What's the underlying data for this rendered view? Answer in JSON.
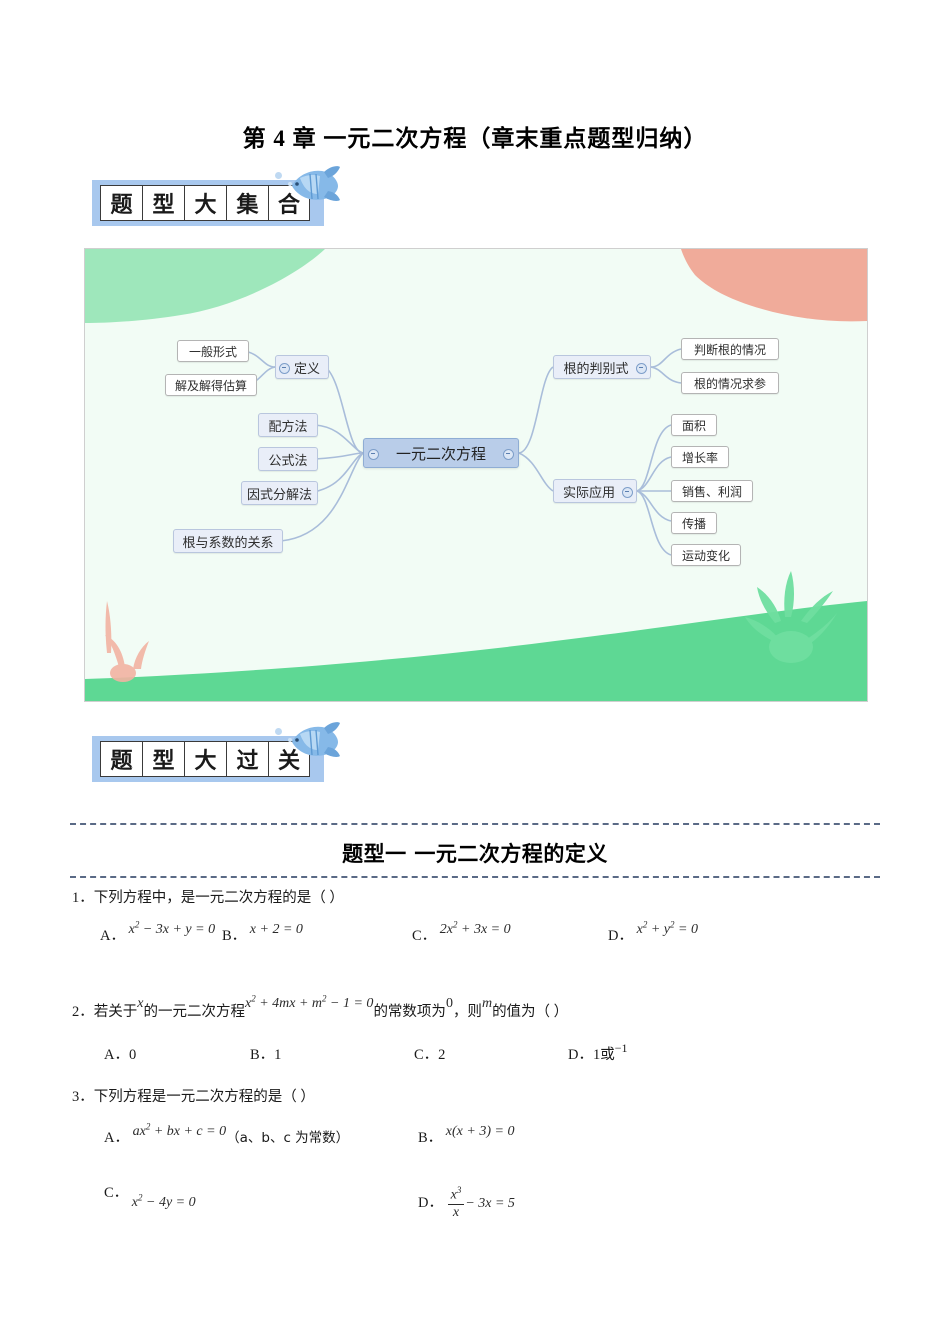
{
  "document": {
    "title": "第 4 章  一元二次方程（章末重点题型归纳）"
  },
  "badges": [
    {
      "name": "badge-top",
      "chars": [
        "题",
        "型",
        "大",
        "集",
        "合"
      ],
      "plate_color": "#a8c8ee"
    },
    {
      "name": "badge-bottom",
      "chars": [
        "题",
        "型",
        "大",
        "过",
        "关"
      ],
      "plate_color": "#a8c8ee"
    }
  ],
  "mindmap": {
    "root": "一元二次方程",
    "background": "#f2fcf5",
    "accent_green": "#5ed894",
    "accent_salmon": "#f0ab9a",
    "left_branches": [
      {
        "label": "定义",
        "children": [
          "一般形式",
          "解及解得估算"
        ]
      },
      {
        "label": "配方法",
        "children": []
      },
      {
        "label": "公式法",
        "children": []
      },
      {
        "label": "因式分解法",
        "children": []
      },
      {
        "label": "根与系数的关系",
        "children": []
      }
    ],
    "right_branches": [
      {
        "label": "根的判别式",
        "children": [
          "判断根的情况",
          "根的情况求参"
        ]
      },
      {
        "label": "实际应用",
        "children": [
          "面积",
          "增长率",
          "销售、利润",
          "传播",
          "运动变化"
        ]
      }
    ]
  },
  "section": {
    "heading": "题型一 一元二次方程的定义"
  },
  "questions": [
    {
      "number": "1．",
      "stem": "下列方程中，是一元二次方程的是（  ）",
      "options": [
        {
          "label": "A．",
          "math_html": "x<sup>2</sup> &minus; 3x + y = 0"
        },
        {
          "label": "B．",
          "math_html": "x + 2 = 0"
        },
        {
          "label": "C．",
          "math_html": "2x<sup>2</sup> + 3x = 0"
        },
        {
          "label": "D．",
          "math_html": "x<sup>2</sup> + y<sup>2</sup> = 0"
        }
      ]
    },
    {
      "number": "2．",
      "stem_part1": "若关于",
      "stem_var": "x",
      "stem_part2": "的一元二次方程",
      "stem_equation": "x<sup>2</sup> + 4mx + m<sup>2</sup> &minus; 1 = 0",
      "stem_part3": "的常数项为",
      "stem_value": "0",
      "stem_part4": "，则",
      "stem_var2": "m",
      "stem_part5": "的值为（  ）",
      "options": [
        {
          "label": "A．",
          "text": "0"
        },
        {
          "label": "B．",
          "text": "1"
        },
        {
          "label": "C．",
          "text": "2"
        },
        {
          "label": "D．",
          "text": "1或",
          "sup": "−1"
        }
      ]
    },
    {
      "number": "3．",
      "stem": "下列方程是一元二次方程的是（  ）",
      "options": [
        {
          "label": "A．",
          "math_html": "ax<sup>2</sup> + bx + c = 0",
          "note": "（a、b、c 为常数）"
        },
        {
          "label": "B．",
          "math_html": "x(x + 3) = 0"
        },
        {
          "label": "C．",
          "math_html": "x<sup>2</sup> &minus; 4y = 0"
        },
        {
          "label": "D．",
          "fraction": {
            "numerator": "x3",
            "denominator": "x"
          },
          "tail": "&minus; 3x = 5"
        }
      ]
    }
  ]
}
